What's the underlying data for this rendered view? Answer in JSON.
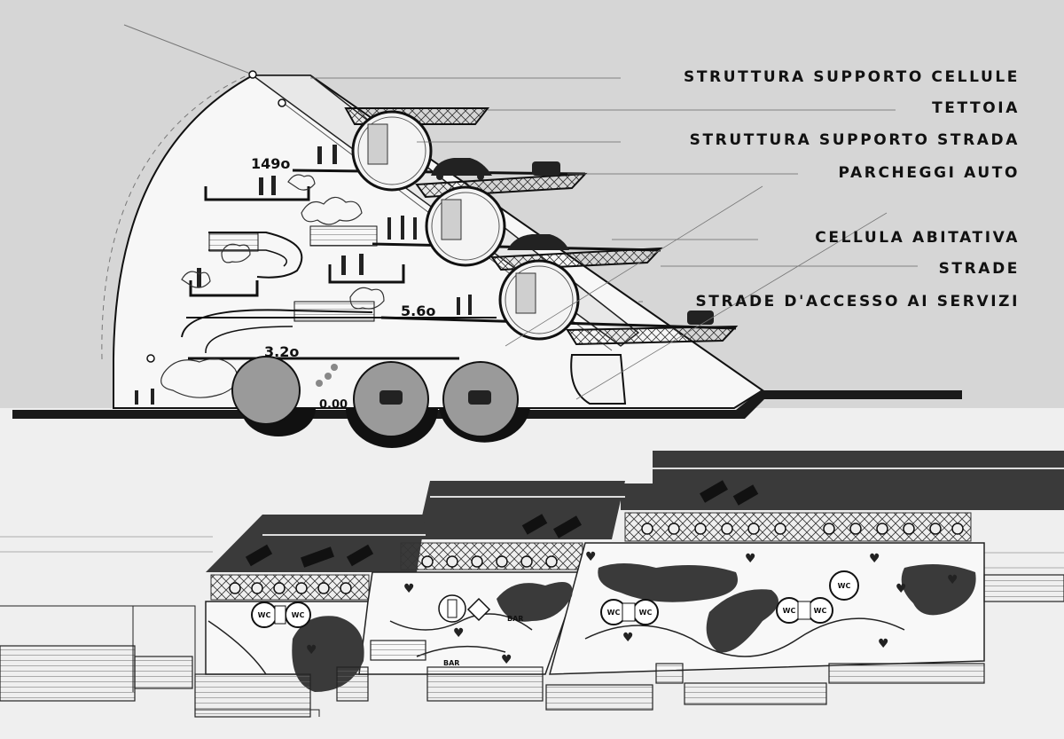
{
  "legend": [
    "STRUTTURA SUPPORTO CELLULE",
    "TETTOIA",
    "STRUTTURA  SUPPORTO STRADA",
    "PARCHEGGI AUTO",
    "CELLULA  ABITATIVA",
    "STRADE",
    "STRADE  D'ACCESSO AI SERVIZI"
  ],
  "levels": [
    "149o",
    "5.6o",
    "3.2o",
    "0.00"
  ],
  "plan_labels": {
    "wc": "WC",
    "bar": "BAR"
  },
  "colors": {
    "paper": "#dcdcdc",
    "ink": "#111111",
    "road": "#3a3a3a",
    "tunnel": "#9a9a9a",
    "white": "#fafafa"
  }
}
